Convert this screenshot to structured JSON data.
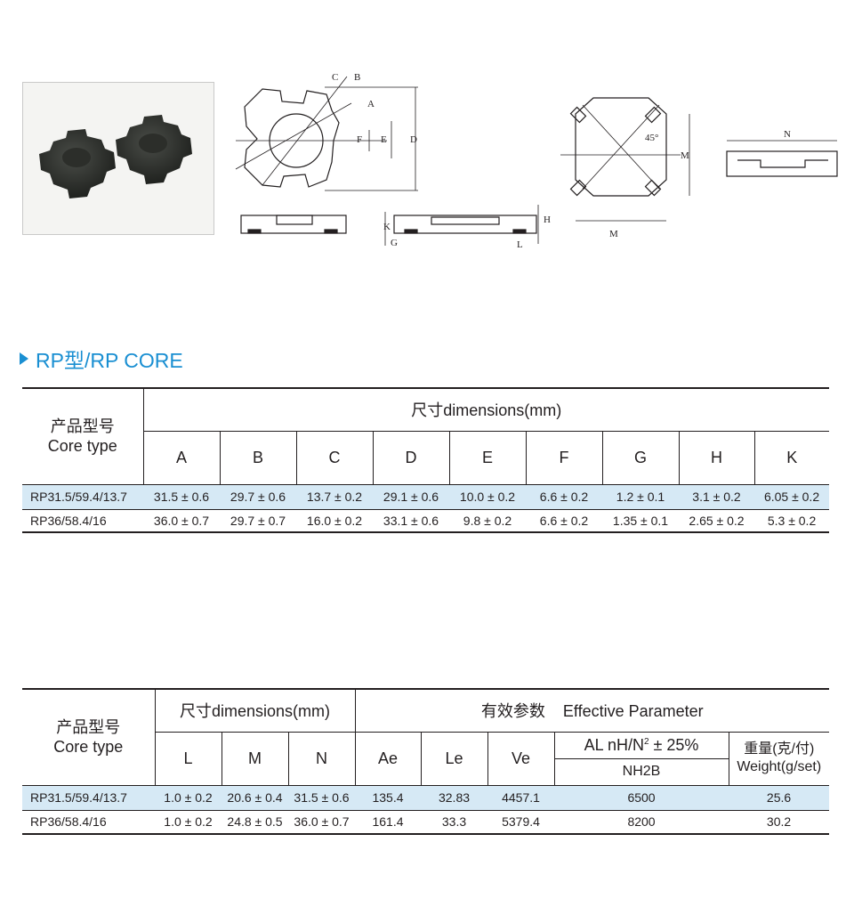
{
  "drawings": {
    "top_labels": [
      "C",
      "B",
      "A",
      "F",
      "E",
      "D"
    ],
    "side_labels": [
      "K",
      "G",
      "H",
      "L"
    ],
    "angle_label": "45°",
    "square_label_m_right": "M",
    "square_label_m_bottom": "M",
    "profile_label_n": "N"
  },
  "section": {
    "title": "RP型/RP CORE"
  },
  "table1": {
    "core_label_cn": "产品型号",
    "core_label_en": "Core type",
    "dimensions_header": "尺寸dimensions(mm)",
    "columns": [
      "A",
      "B",
      "C",
      "D",
      "E",
      "F",
      "G",
      "H",
      "K"
    ],
    "rows": [
      {
        "model": "RP31.5/59.4/13.7",
        "values": [
          "31.5 ± 0.6",
          "29.7 ± 0.6",
          "13.7 ± 0.2",
          "29.1 ± 0.6",
          "10.0 ± 0.2",
          "6.6 ± 0.2",
          "1.2 ± 0.1",
          "3.1 ± 0.2",
          "6.05 ± 0.2"
        ]
      },
      {
        "model": "RP36/58.4/16",
        "values": [
          "36.0 ± 0.7",
          "29.7 ± 0.7",
          "16.0 ± 0.2",
          "33.1 ± 0.6",
          "9.8 ± 0.2",
          "6.6 ± 0.2",
          "1.35 ± 0.1",
          "2.65 ± 0.2",
          "5.3 ± 0.2"
        ]
      }
    ]
  },
  "table2": {
    "core_label_cn": "产品型号",
    "core_label_en": "Core type",
    "dimensions_header": "尺寸dimensions(mm)",
    "effective_header_cn": "有效参数",
    "effective_header_en": "Effective Parameter",
    "dim_columns": [
      "L",
      "M",
      "N"
    ],
    "eff_columns": [
      "Ae",
      "Le",
      "Ve"
    ],
    "al_header": "AL  nH/N",
    "al_superscript": "2",
    "al_tolerance": " ± 25%",
    "al_material": "NH2B",
    "weight_cn": "重量(克/付)",
    "weight_en": "Weight(g/set)",
    "rows": [
      {
        "model": "RP31.5/59.4/13.7",
        "L": "1.0 ± 0.2",
        "M": "20.6 ± 0.4",
        "N": "31.5 ± 0.6",
        "Ae": "135.4",
        "Le": "32.83",
        "Ve": "4457.1",
        "AL": "6500",
        "weight": "25.6"
      },
      {
        "model": "RP36/58.4/16",
        "L": "1.0 ± 0.2",
        "M": "24.8 ± 0.5",
        "N": "36.0 ± 0.7",
        "Ae": "161.4",
        "Le": "33.3",
        "Ve": "5379.4",
        "AL": "8200",
        "weight": "30.2"
      }
    ]
  }
}
